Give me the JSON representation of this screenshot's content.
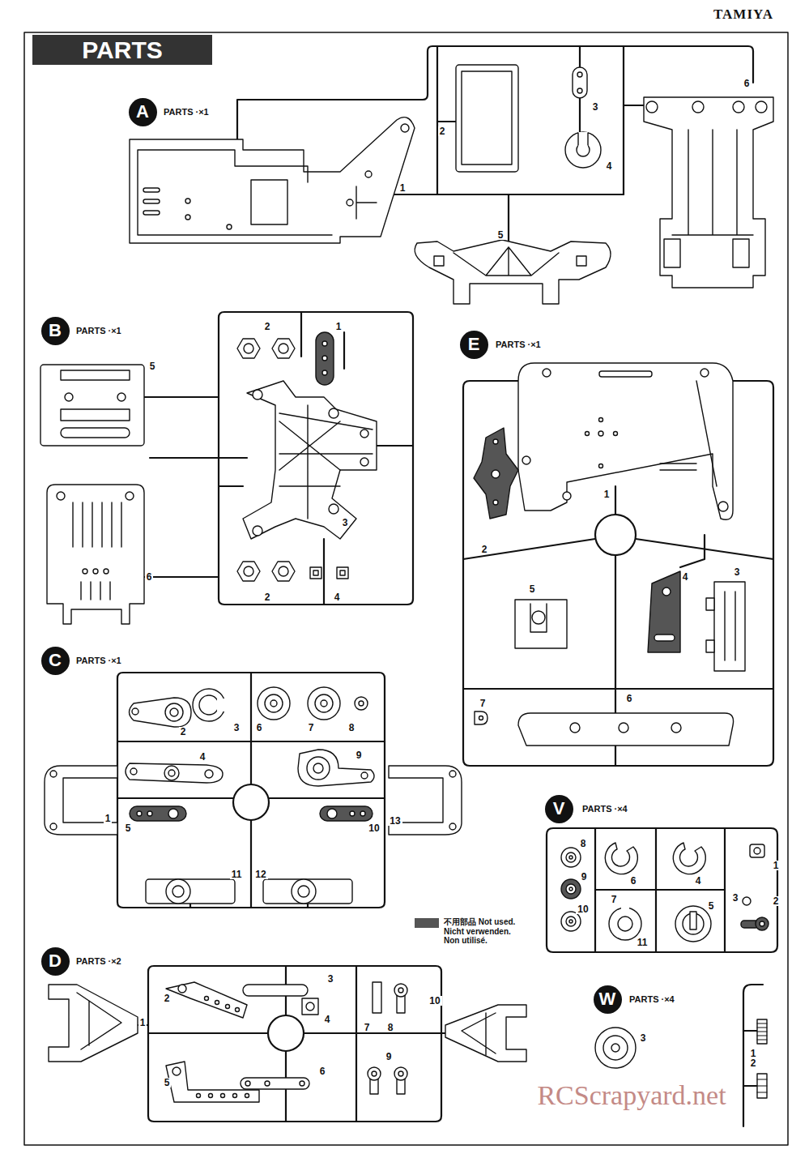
{
  "diagram": {
    "title": "PARTS",
    "nodes": [
      {
        "text": [
          "A"
        ]
      },
      {
        "text": [
          "B"
        ]
      },
      {
        "text": [
          "E"
        ]
      },
      {
        "text": [
          "C"
        ]
      },
      {
        "text": [
          "V"
        ]
      },
      {
        "text": [
          "D"
        ]
      },
      {
        "text": [
          "W"
        ]
      }
    ],
    "edges": [],
    "labels": [
      "TAMIYA",
      "PARTS ·×1",
      "1",
      "2",
      "3",
      "4",
      "5",
      "6",
      "PARTS ·×1",
      "1",
      "2",
      "3",
      "2",
      "4",
      "5",
      "6",
      "PARTS ·×1",
      "1",
      "2",
      "3",
      "4",
      "5",
      "6",
      "7",
      "8",
      "9",
      "10",
      "11",
      "12",
      "13",
      "PARTS ·×2",
      "1",
      "2",
      "3",
      "4",
      "5",
      "6",
      "7",
      "8",
      "9",
      "10",
      "PARTS ·×1",
      "1",
      "2",
      "3",
      "4",
      "5",
      "6",
      "7",
      "PARTS ·×4",
      "8",
      "9",
      "10",
      "6",
      "4",
      "1",
      "3",
      "2",
      "7",
      "11",
      "5",
      "PARTS ·×4",
      "3",
      "1",
      "2",
      "RCScrapyard.net"
    ],
    "legend": [
      {
        "text": "不用部品 Not used. Nicht verwenden. Non utilisé.",
        "color": "#555555"
      }
    ]
  }
}
